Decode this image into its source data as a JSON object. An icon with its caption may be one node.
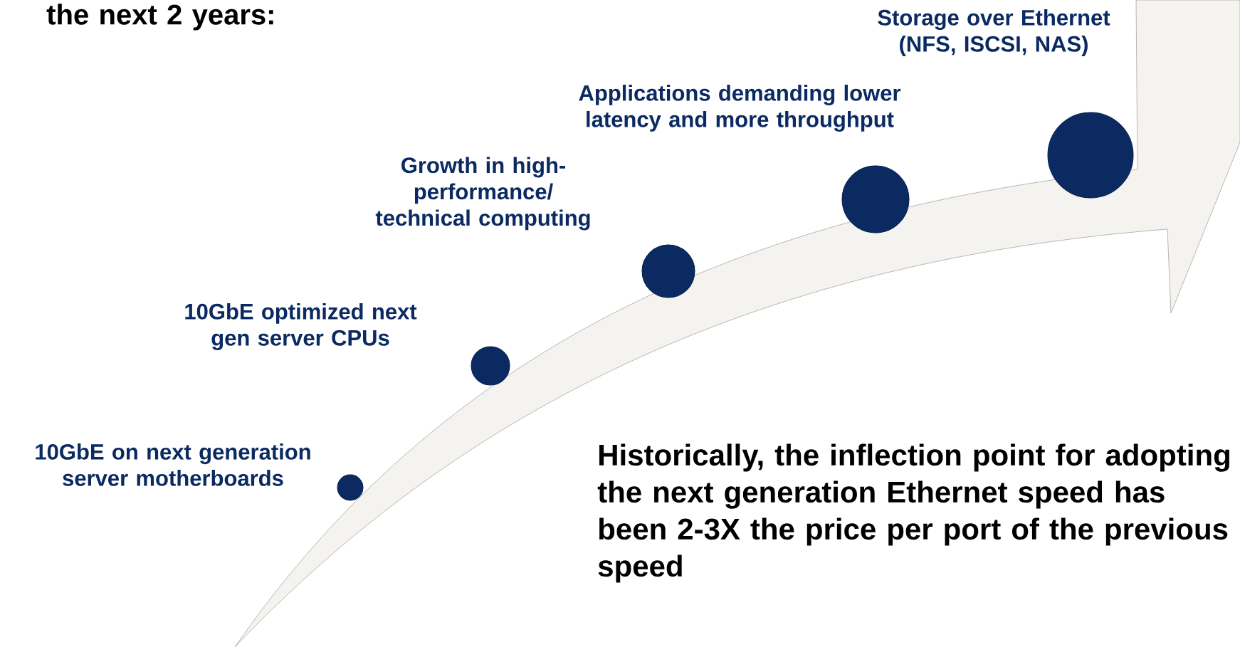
{
  "diagram": {
    "nodes": [
      {
        "text": [],
        "shape": "circle",
        "beside": [
          "10GbE on next generation server motherboards"
        ]
      },
      {
        "text": [],
        "shape": "circle",
        "beside": [
          "10GbE optimized next gen server CPUs"
        ]
      },
      {
        "text": [],
        "shape": "circle",
        "beside": [
          "Growth in high- performance/ technical computing"
        ]
      },
      {
        "text": [],
        "shape": "circle",
        "beside": [
          "Applications demanding lower latency and more throughput"
        ]
      },
      {
        "text": [],
        "shape": "circle",
        "beside": [
          "Storage over Ethernet (NFS, ISCSI, NAS)"
        ]
      }
    ],
    "edges": [],
    "labels": [
      "the next 2 years:",
      "Historically, the inflection point for adopting the next generation Ethernet speed has been 2-3X the price per port of the previous speed"
    ]
  }
}
